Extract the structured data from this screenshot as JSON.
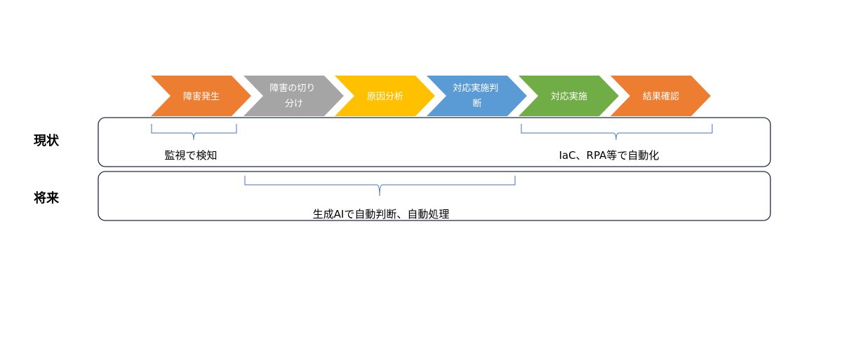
{
  "process_steps": [
    {
      "label_lines": [
        "障害発生"
      ],
      "color": "#ED7D31"
    },
    {
      "label_lines": [
        "障害の切り",
        "分け"
      ],
      "color": "#A5A5A5"
    },
    {
      "label_lines": [
        "原因分析"
      ],
      "color": "#FFC000"
    },
    {
      "label_lines": [
        "対応実施判",
        "断"
      ],
      "color": "#5B9BD5"
    },
    {
      "label_lines": [
        "対応実施"
      ],
      "color": "#70AD47"
    },
    {
      "label_lines": [
        "結果確認"
      ],
      "color": "#ED7D31"
    }
  ],
  "rows": [
    {
      "label": "現状",
      "notes": [
        {
          "text": "監視で検知",
          "from_step": 0,
          "to_step": 0
        },
        {
          "text": "IaC、RPA等で自動化",
          "from_step": 4,
          "to_step": 5
        }
      ]
    },
    {
      "label": "将来",
      "notes": [
        {
          "text": "生成AIで自動判断、自動処理",
          "from_step": 1,
          "to_step": 3
        }
      ]
    }
  ],
  "colors": {
    "row_border": "#1F2A44",
    "bracket": "#4472C4"
  }
}
